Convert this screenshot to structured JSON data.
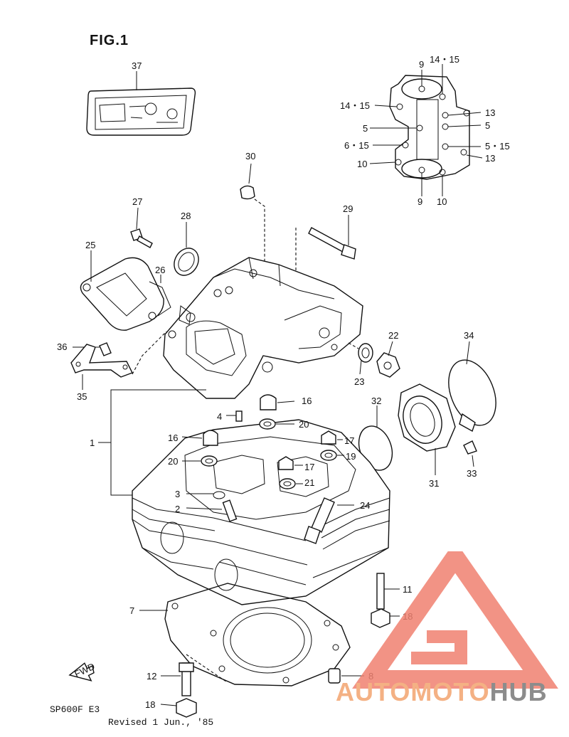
{
  "figure": {
    "title": "FIG.1",
    "model_code": "SP600F E3",
    "revision": "Revised 1 Jun., '85",
    "fwd_label": "FWD"
  },
  "callouts": {
    "c1": "1",
    "c2": "2",
    "c3": "3",
    "c4": "4",
    "c7": "7",
    "c8": "8",
    "c11": "11",
    "c12": "12",
    "c16a": "16",
    "c16b": "16",
    "c17a": "17",
    "c17b": "17",
    "c18a": "18",
    "c18b": "18",
    "c19": "19",
    "c20a": "20",
    "c20b": "20",
    "c21": "21",
    "c22": "22",
    "c23": "23",
    "c24": "24",
    "c25": "25",
    "c26": "26",
    "c27": "27",
    "c28": "28",
    "c29": "29",
    "c30": "30",
    "c31": "31",
    "c32": "32",
    "c33": "33",
    "c34": "34",
    "c35": "35",
    "c36": "36",
    "c37": "37"
  },
  "bolt_diagram": {
    "labels": {
      "top_9": "9",
      "top_14_15": "14・15",
      "left_14_15": "14・15",
      "left_5": "5",
      "left_6_15": "6・15",
      "left_10": "10",
      "right_13a": "13",
      "right_5": "5",
      "right_5_15": "5・15",
      "right_13b": "13",
      "bottom_9": "9",
      "bottom_10": "10"
    }
  },
  "watermark": {
    "part_a": "AUTOMOTO",
    "part_b": "HUB"
  },
  "colors": {
    "line": "#111111",
    "watermark_red": "#f08070",
    "watermark_orange": "#f4b184",
    "watermark_grey": "#8c8c8c"
  }
}
